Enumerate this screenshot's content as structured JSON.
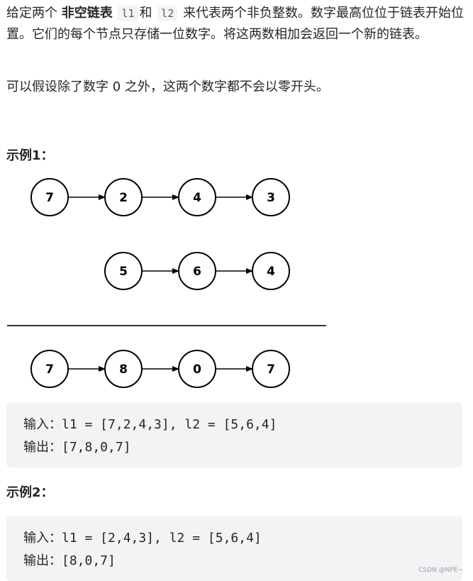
{
  "description": {
    "part1": "给定两个",
    "bold": "非空链表",
    "code1": "l1",
    "part2": "和",
    "code2": "l2",
    "part3": "来代表两个非负整数。数字最高位位于链表开始位置。它们的每个节点只存储一位数字。将这两数相加会返回一个新的链表。",
    "note": "可以假设除了数字 0 之外，这两个数字都不会以零开头。"
  },
  "example1": {
    "heading": "示例1：",
    "diagram": {
      "list1": [
        "7",
        "2",
        "4",
        "3"
      ],
      "list2": [
        "5",
        "6",
        "4"
      ],
      "result": [
        "7",
        "8",
        "0",
        "7"
      ]
    },
    "input_label": "输入：",
    "input_value": "l1 = [7,2,4,3], l2 = [5,6,4]",
    "output_label": "输出：",
    "output_value": "[7,8,0,7]"
  },
  "example2": {
    "heading": "示例2：",
    "input_label": "输入：",
    "input_value": "l1 = [2,4,3], l2 = [5,6,4]",
    "output_label": "输出：",
    "output_value": "[8,0,7]"
  },
  "watermark": "CSDN @NPE~"
}
